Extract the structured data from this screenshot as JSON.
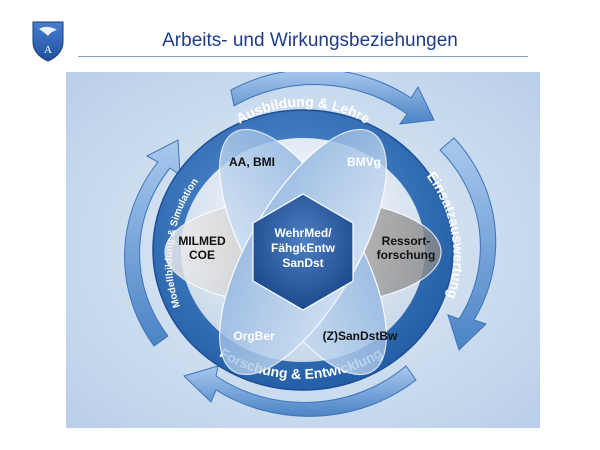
{
  "header": {
    "title": "Arbeits- und Wirkungsbeziehungen",
    "logo_letter": "A"
  },
  "diagram": {
    "ring_labels": {
      "top": "Ausbildung & Lehre",
      "right": "Einsatzauswertung",
      "bottom": "Forschung & Entwicklung",
      "left": "Modellbildung & Simulation"
    },
    "center_lines": [
      "WehrMed/",
      "FähgkEntw",
      "SanDst"
    ],
    "petals": {
      "top_left": "AA, BMI",
      "top_right": "BMVg",
      "left_lines": [
        "MILMED",
        "COE"
      ],
      "right_lines": [
        "Ressort-",
        "forschung"
      ],
      "bottom_left": "OrgBer",
      "bottom_right": "(Z)SanDstBw"
    },
    "colors": {
      "panel": "#c7d9ed",
      "ring": "#2f6db5",
      "arrow": "#5b93d0",
      "center": "#2b5ea0",
      "petal_gray": "#8c8c8c",
      "title": "#1f3d88"
    }
  }
}
